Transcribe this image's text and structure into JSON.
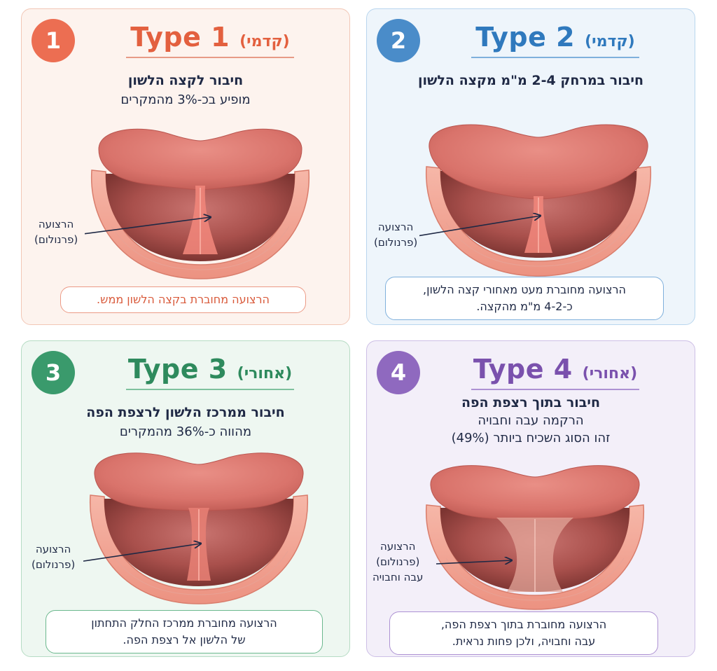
{
  "cards": [
    {
      "number": "1",
      "type_name": "Type 1",
      "position": "(קדמי)",
      "line1": "חיבור לקצה הלשון",
      "line2": "מופיע בכ-3% מהמקרים",
      "label1": "הרצועה",
      "label2": "(פרנולום)",
      "note1": "הרצועה מחוברת בקצה הלשון ממש.",
      "note2": ""
    },
    {
      "number": "2",
      "type_name": "Type 2",
      "position": "(קדמי)",
      "line1": "חיבור במרחק 2-4 מ\"מ מקצה הלשון",
      "line2": "",
      "label1": "הרצועה",
      "label2": "(פרנולום)",
      "note1": "הרצועה מחוברת מעט מאחורי קצה הלשון,",
      "note2": "כ-4-2 מ\"מ מהקצה."
    },
    {
      "number": "3",
      "type_name": "Type 3",
      "position": "(אחורי)",
      "line1": "חיבור ממרכז הלשון לרצפת הפה",
      "line2": "מהווה כ-36% מהמקרים",
      "label1": "הרצועה",
      "label2": "(פרנולום)",
      "note1": "הרצועה מחוברת ממרכז החלק התחתון",
      "note2": "של הלשון אל רצפת הפה."
    },
    {
      "number": "4",
      "type_name": "Type 4",
      "position": "(אחורי)",
      "line1": "חיבור בתוך רצפת הפה",
      "line2": "הרקמה עבה וחבויה",
      "line3": "זהו הסוג השכיח ביותר (49%)",
      "label1": "הרצועה",
      "label2": "(פרנולום)",
      "label3": "עבה וחבויה",
      "note1": "הרצועה מחוברת בתוך רצפת הפה,",
      "note2": "עבה וחבויה, ולכן פחות נראית."
    }
  ],
  "colors": {
    "type1": "#ec6e52",
    "type2": "#4a8cc9",
    "type3": "#3a9a6c",
    "type4": "#8f69bf",
    "text": "#1f2945"
  }
}
